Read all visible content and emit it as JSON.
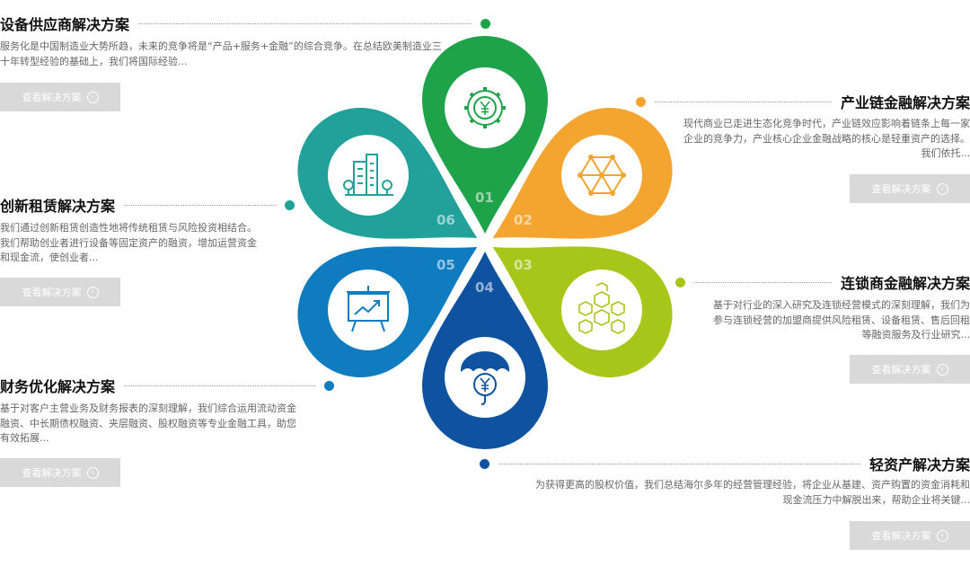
{
  "colors": {
    "green": "#1fa34a",
    "orange": "#f3a530",
    "lime": "#a8c61a",
    "blue": "#0f53a0",
    "lightblue": "#0f7cbf",
    "teal": "#21a19a",
    "button": "#d9d9d9"
  },
  "button_label": "查看解决方案",
  "petals": [
    {
      "num": "01",
      "icon": "gear-yen-icon"
    },
    {
      "num": "02",
      "icon": "network-icon"
    },
    {
      "num": "03",
      "icon": "blocks-icon"
    },
    {
      "num": "04",
      "icon": "umbrella-yen-icon"
    },
    {
      "num": "05",
      "icon": "chart-board-icon"
    },
    {
      "num": "06",
      "icon": "buildings-icon"
    }
  ],
  "solutions": {
    "s1": {
      "title": "设备供应商解决方案",
      "desc": "服务化是中国制造业大势所趋，未来的竞争将是“产品+服务+金融”的综合竞争。在总结欧美制造业三十年转型经验的基础上，我们将国际经验..."
    },
    "s2": {
      "title": "产业链金融解决方案",
      "desc": "现代商业已走进生态化竞争时代，产业链效应影响着链条上每一家企业的竞争力，产业核心企业金融战略的核心是轻重资产的选择。我们依托..."
    },
    "s3": {
      "title": "连锁商金融解决方案",
      "desc": "基于对行业的深入研究及连锁经营模式的深刻理解，我们为参与连锁经营的加盟商提供风险租赁、设备租赁、售后回租等融资服务及行业研究..."
    },
    "s4": {
      "title": "轻资产解决方案",
      "desc": "为获得更高的股权价值，我们总结海尔多年的经营管理经验，将企业从基建、资产购置的资金消耗和现金流压力中解脱出来，帮助企业将关键..."
    },
    "s5": {
      "title": "财务优化解决方案",
      "desc": "基于对客户主营业务及财务报表的深刻理解，我们综合运用流动资金融资、中长期债权融资、夹层融资、股权融资等专业金融工具，助您有效拓展..."
    },
    "s6": {
      "title": "创新租赁解决方案",
      "desc": "我们通过创新租赁创造性地将传统租赁与风险投资相结合。我们帮助创业者进行设备等固定资产的融资，增加运营资金和现金流，使创业者..."
    }
  }
}
